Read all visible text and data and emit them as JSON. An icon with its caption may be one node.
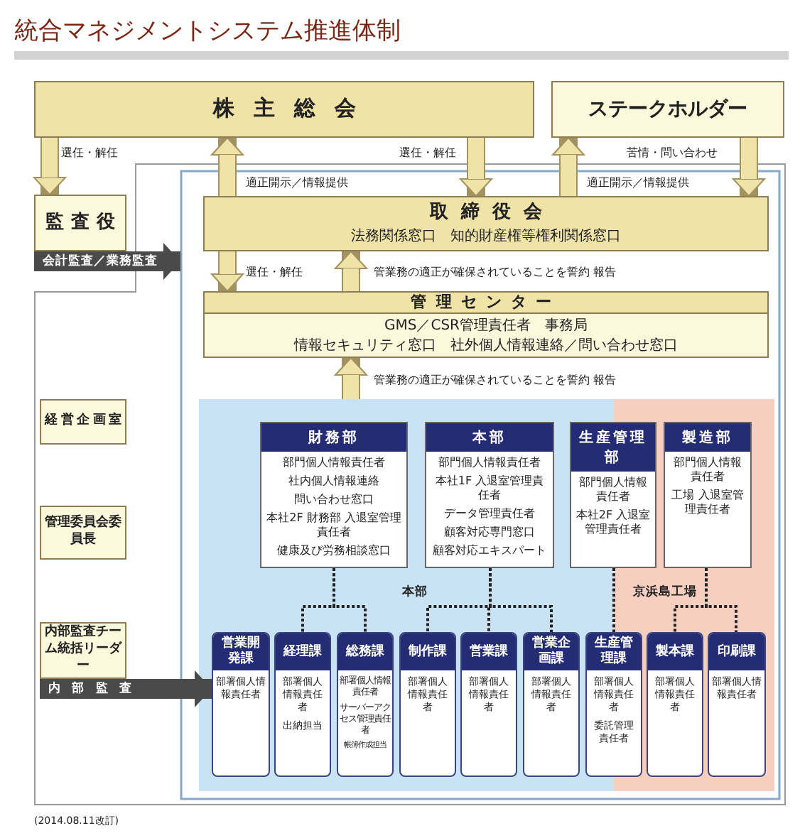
{
  "diagram": {
    "title": "統合マネジメントシステム推進体制",
    "nodes": [
      {
        "text": [
          "株主総会"
        ]
      },
      {
        "text": [
          "ステークホルダー"
        ]
      },
      {
        "text": [
          "監査役"
        ]
      },
      {
        "text": [
          "取締役会",
          "法務関係窓口　知的財産権等権利関係窓口"
        ]
      },
      {
        "text": [
          "管理センター",
          "GMS／CSR管理責任者　事務局",
          "情報セキュリティ窓口　社外個人情報連絡／問い合わせ窓口"
        ]
      },
      {
        "text": [
          "経営企画室"
        ]
      },
      {
        "text": [
          "管理委員会委員長"
        ]
      },
      {
        "text": [
          "内部監査チーム統括リーダー"
        ]
      },
      {
        "text": [
          "本部"
        ]
      },
      {
        "text": [
          "京浜島工場"
        ]
      },
      {
        "text": [
          "財務部",
          "部門個人情報責任者",
          "社内個人情報連絡",
          "問い合わせ窓口",
          "本社2F 財務部 入退室管理責任者",
          "健康及び労務相談窓口"
        ],
        "in": 8
      },
      {
        "text": [
          "本部",
          "部門個人情報責任者",
          "本社1F 入退室管理責任者",
          "データ管理責任者",
          "顧客対応専門窓口",
          "顧客対応エキスパート"
        ],
        "in": 8
      },
      {
        "text": [
          "生産管理部",
          "部門個人情報責任者",
          "本社2F 入退室管理責任者"
        ]
      },
      {
        "text": [
          "製造部",
          "部門個人情報責任者",
          "工場 入退室管理責任者"
        ],
        "in": 9
      },
      {
        "text": [
          "営業開発課",
          "部署個人情報責任者"
        ],
        "in": 8
      },
      {
        "text": [
          "経理課",
          "部署個人情報責任者",
          "出納担当"
        ],
        "in": 8
      },
      {
        "text": [
          "総務課",
          "部署個人情報責任者",
          "サーバーアクセス管理責任者",
          "帳簿作成担当"
        ],
        "in": 8
      },
      {
        "text": [
          "制作課",
          "部署個人情報責任者"
        ],
        "in": 8
      },
      {
        "text": [
          "営業課",
          "部署個人情報責任者"
        ],
        "in": 8
      },
      {
        "text": [
          "営業企画課",
          "部署個人情報責任者"
        ],
        "in": 8
      },
      {
        "text": [
          "生産管理課",
          "部署個人情報責任者",
          "委託管理責任者"
        ]
      },
      {
        "text": [
          "製本課",
          "部署個人情報責任者"
        ],
        "in": 9
      },
      {
        "text": [
          "印刷課",
          "部署個人情報責任者"
        ],
        "in": 9
      }
    ],
    "edges": [
      {
        "from": 0,
        "to": 2,
        "arrow": "to",
        "label": "選任・解任"
      },
      {
        "from": 3,
        "to": 0,
        "arrow": "to",
        "label": "適正開示／情報提供"
      },
      {
        "from": 0,
        "to": 3,
        "arrow": "to",
        "label": "選任・解任"
      },
      {
        "from": 3,
        "to": 1,
        "arrow": "to",
        "label": "適正開示／情報提供"
      },
      {
        "from": 1,
        "to": 3,
        "arrow": "to",
        "label": "苦情・問い合わせ"
      },
      {
        "from": 3,
        "to": 4,
        "arrow": "to",
        "label": "選任・解任"
      },
      {
        "from": 4,
        "to": 3,
        "arrow": "to",
        "label": "管業務の適正が確保されていることを誓約 報告"
      },
      {
        "from": 8,
        "to": 4,
        "arrow": "to",
        "label": "管業務の適正が確保されていることを誓約 報告"
      },
      {
        "from": 10,
        "to": 15,
        "arrow": "none",
        "style": "dashed",
        "color": "#222222"
      },
      {
        "from": 10,
        "to": 16,
        "arrow": "none",
        "style": "dashed",
        "color": "#222222"
      },
      {
        "from": 11,
        "to": 17,
        "arrow": "none",
        "style": "dashed",
        "color": "#222222"
      },
      {
        "from": 11,
        "to": 18,
        "arrow": "none",
        "style": "dashed",
        "color": "#222222"
      },
      {
        "from": 11,
        "to": 19,
        "arrow": "none",
        "style": "dashed",
        "color": "#222222"
      },
      {
        "from": 12,
        "to": 20,
        "arrow": "none",
        "style": "dashed",
        "color": "#222222"
      },
      {
        "from": 13,
        "to": 21,
        "arrow": "none",
        "style": "dashed",
        "color": "#222222"
      },
      {
        "from": 13,
        "to": 22,
        "arrow": "none",
        "style": "dashed",
        "color": "#222222"
      },
      {
        "from": 2,
        "to": 3,
        "arrow": "to",
        "label": "会計監査／業務監査",
        "color": "#4a4a4a"
      },
      {
        "from": 7,
        "to": 14,
        "arrow": "to",
        "label": "内部監査",
        "color": "#4a4a4a"
      }
    ],
    "labels": [
      "(2014.08.11改訂)"
    ]
  }
}
